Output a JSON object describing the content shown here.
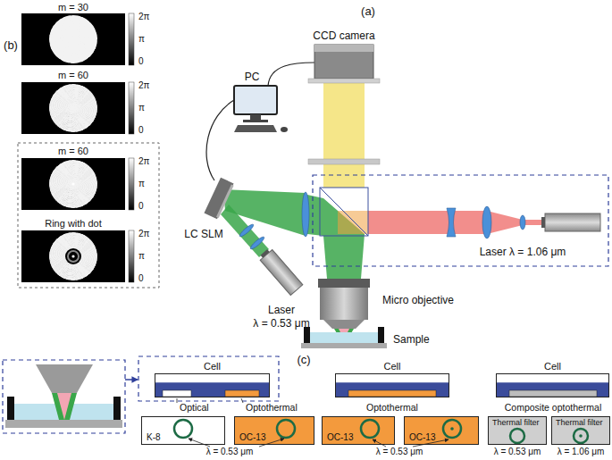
{
  "diagram": {
    "nodes": [
      {
        "text": [
          "Cell"
        ]
      },
      {
        "text": [
          "Cell"
        ]
      },
      {
        "text": [
          "Cell"
        ]
      },
      {
        "text": [
          "K-8"
        ]
      },
      {
        "text": [
          "OC-13"
        ]
      },
      {
        "text": [
          "OC-13"
        ]
      },
      {
        "text": [
          "OC-13"
        ]
      },
      {
        "text": [
          "Thermal filter"
        ]
      },
      {
        "text": [
          "Thermal filter"
        ]
      }
    ],
    "labels": [
      "(a)",
      "(b)",
      "m = 30",
      "2π",
      "π",
      "0",
      "m = 60",
      "2π",
      "π",
      "0",
      "m = 60",
      "2π",
      "π",
      "0",
      "Ring with dot",
      "2π",
      "π",
      "0",
      "PC",
      "CCD camera",
      "Laser λ = 1.06 μm",
      "LC SLM",
      "Laser",
      "λ = 0.53 μm",
      "Micro objective",
      "Sample",
      "(c)",
      "Optical",
      "Optothermal",
      "Optothermal",
      "Composite optothermal",
      "λ = 0.53 μm",
      "λ = 0.53 μm",
      "λ = 0.53 μm",
      "λ = 1.06 μm"
    ]
  }
}
